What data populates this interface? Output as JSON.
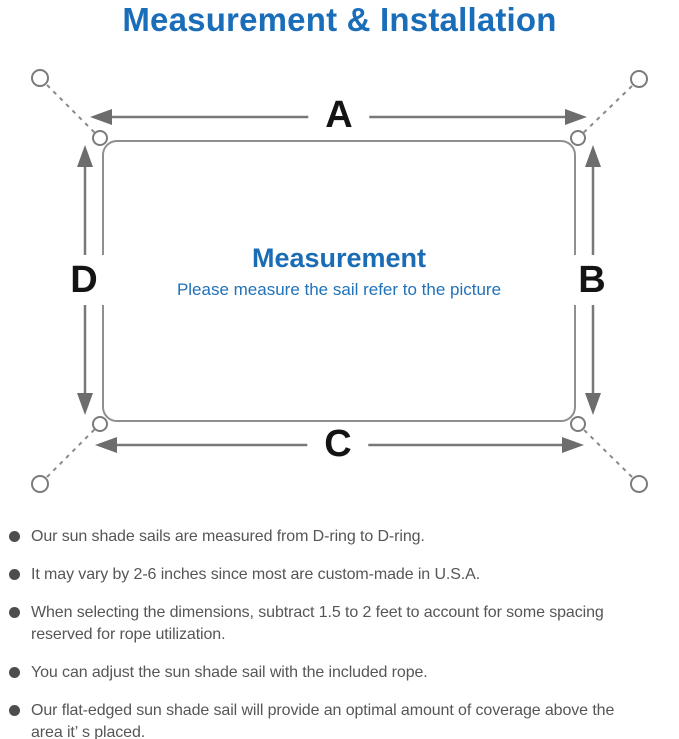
{
  "title": "Measurement & Installation",
  "diagram": {
    "label_top": "A",
    "label_right": "B",
    "label_bottom": "C",
    "label_left": "D",
    "center_title": "Measurement",
    "center_subtitle": "Please measure the sail refer to the picture"
  },
  "bullets": [
    "Our sun shade sails are measured from D-ring to D-ring.",
    "It may vary by 2-6 inches since most are custom-made in U.S.A.",
    "When selecting the dimensions, subtract 1.5 to 2 feet to account for some spacing reserved for rope utilization.",
    "You can adjust the sun shade sail with the included rope.",
    "Our flat-edged sun shade sail will provide an optimal amount of coverage above the area it’ s placed."
  ],
  "colors": {
    "title_blue": "#1a6db8",
    "center_blue": "#1a6cb4",
    "subtitle_blue": "#2172b8",
    "line_gray": "#787878",
    "arrow_gray": "#6d6d6d",
    "dash_gray": "#8a8a8a",
    "text_gray": "#565656",
    "label_black": "#141414"
  }
}
